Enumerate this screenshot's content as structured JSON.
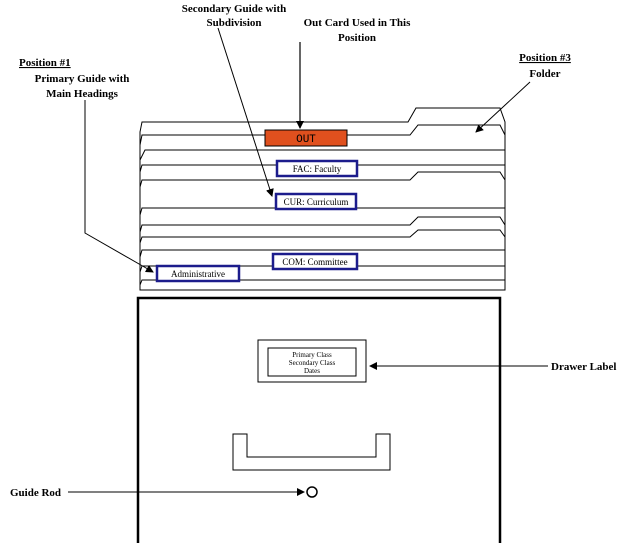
{
  "annotations": {
    "secondary_guide": [
      "Secondary Guide with",
      "Subdivision"
    ],
    "out_card": [
      "Out Card Used in This",
      "Position"
    ],
    "position1_heading": "Position #1",
    "position1_text": [
      "Primary Guide with",
      "Main Headings"
    ],
    "position3_heading": "Position #3",
    "position3_text": "Folder",
    "drawer_label_callout": "Drawer Label",
    "guide_rod_callout": "Guide Rod"
  },
  "tabs": {
    "out": "OUT",
    "faculty": "FAC: Faculty",
    "curriculum": "CUR: Curriculum",
    "committee": "COM: Committee",
    "administrative": "Administrative"
  },
  "drawer_label": [
    "Primary Class",
    "Secondary Class",
    "Dates"
  ],
  "colors": {
    "out_card": "#e0501e",
    "guide_border": "#1c1c8c",
    "line": "#000000"
  },
  "icons": {
    "guide_rod": "circle-icon"
  }
}
